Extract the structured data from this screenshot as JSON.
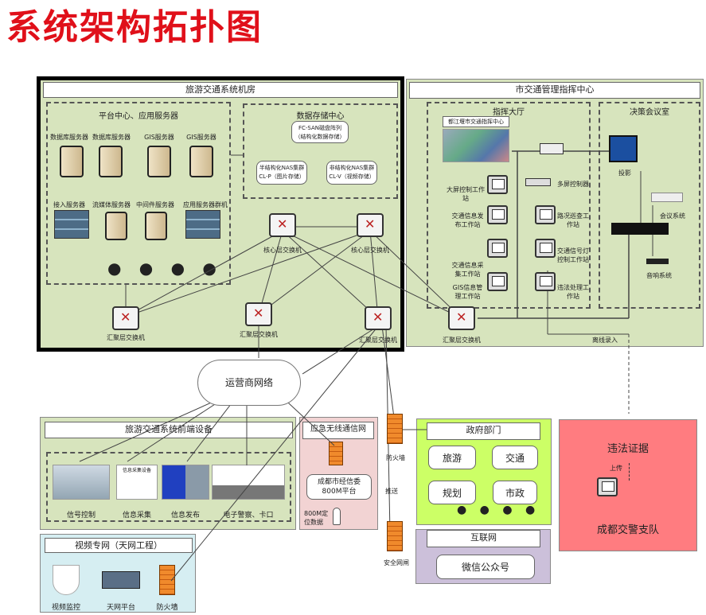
{
  "title": "系统架构拓扑图",
  "room": {
    "title": "旅游交通系统机房",
    "platform": {
      "title": "平台中心、应用服务器",
      "servers": [
        "数据库服务器",
        "数据库服务器",
        "GIS服务器",
        "GIS服务器",
        "接入服务器",
        "流媒体服务器",
        "中间件服务器",
        "应用服务器群机"
      ],
      "more": "● ● ● ●"
    },
    "storage": {
      "title": "数据存储中心",
      "fc_san": [
        "FC-SAN磁盘阵列",
        "（结构化数据存储）"
      ],
      "nas_p": [
        "半结构化NAS集群",
        "CL-P（图片存储）"
      ],
      "nas_v": [
        "非结构化NAS集群",
        "CL-V（视频存储）"
      ]
    },
    "core_switch": "核心层交换机",
    "agg_switch": "汇聚层交换机"
  },
  "center": {
    "title": "市交通管理指挥中心",
    "hall": {
      "title": "指挥大厅",
      "screen_title": "都江堰市交通指挥中心",
      "controller": "多屏控制器",
      "stations": [
        "大屏控制工作站",
        "交通信息发布工作站",
        "路况巡查工作站",
        "交通信息采集工作站",
        "交通信号灯控制工作站",
        "GIS信息管理工作站",
        "违法处理工作站"
      ]
    },
    "meeting": {
      "title": "决策会议室",
      "projector": "投影",
      "conference": "会议系统",
      "audio": "音响系统"
    },
    "agg_switch": "汇聚层交换机",
    "offline": "离线录入"
  },
  "cloud": "运营商网络",
  "frontend": {
    "title": "旅游交通系统前端设备",
    "collect_caption": "信息采集设备",
    "items": [
      "信号控制",
      "信息采集",
      "信息发布",
      "电子警察、卡口"
    ]
  },
  "emergency": {
    "title": "应急无线通信网",
    "platform": [
      "成都市经信委",
      "800M平台"
    ],
    "data": "800M定位数据"
  },
  "video": {
    "title": "视频专网（天网工程）",
    "items": [
      "视频监控",
      "天网平台",
      "防火墙"
    ]
  },
  "links": {
    "firewall": "防火墙",
    "push": "推送",
    "gateway": "安全网闸"
  },
  "gov": {
    "title": "政府部门",
    "items": [
      "旅游",
      "交通",
      "规划",
      "市政"
    ],
    "more": "● ● ● ●"
  },
  "internet": {
    "title": "互联网",
    "wechat": "微信公众号"
  },
  "evidence": {
    "title": "违法证据",
    "upload": "上传",
    "unit": "成都交警支队"
  },
  "colors": {
    "title": "#e0101a",
    "panel": "#d7e4bd",
    "gov": "#ccff66",
    "internet": "#ccc0da",
    "evidence": "#ff7c80",
    "emergency": "#f2d3d3",
    "video": "#d6eef2"
  }
}
